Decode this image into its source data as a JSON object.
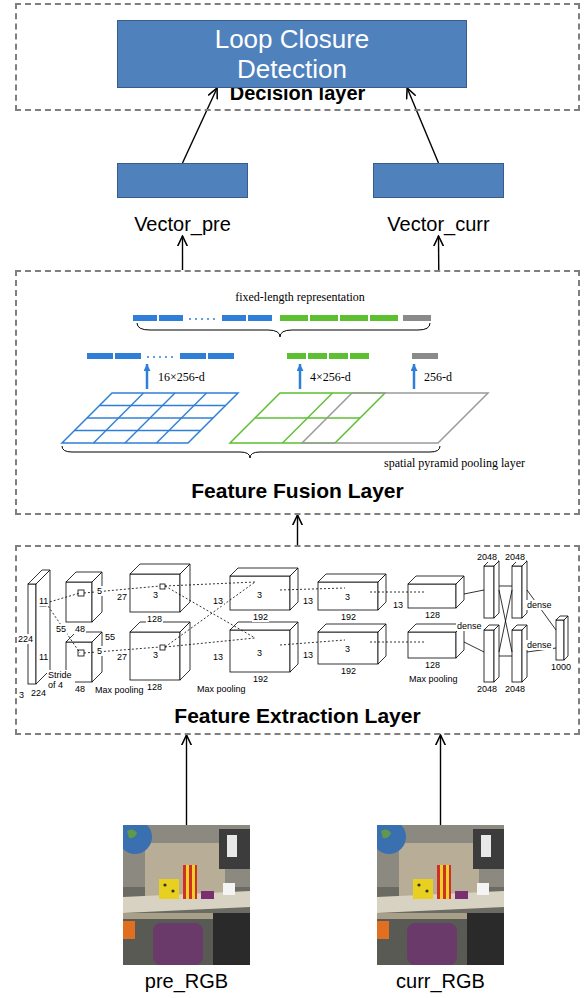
{
  "diagram": {
    "nodes": [
      {
        "text": [
          "Decision layer"
        ]
      },
      {
        "text": [
          "Loop Closure Detection"
        ],
        "in": 0
      },
      {
        "text": [
          "Vector_pre"
        ]
      },
      {
        "text": [
          "Vector_curr"
        ]
      },
      {
        "text": [
          "Feature Fusion Layer"
        ]
      },
      {
        "text": [
          "Feature Extraction Layer"
        ]
      },
      {
        "text": [
          "pre_RGB"
        ]
      },
      {
        "text": [
          "curr_RGB"
        ]
      }
    ],
    "edges": [
      {
        "from": 2,
        "to": 1,
        "arrow": "to"
      },
      {
        "from": 3,
        "to": 1,
        "arrow": "to"
      },
      {
        "from": 4,
        "to": 2,
        "arrow": "to"
      },
      {
        "from": 4,
        "to": 3,
        "arrow": "to"
      },
      {
        "from": 5,
        "to": 4,
        "arrow": "to"
      },
      {
        "from": 6,
        "to": 5,
        "arrow": "to"
      },
      {
        "from": 7,
        "to": 5,
        "arrow": "to"
      }
    ],
    "labels": [
      "fixed-length representation",
      "16×256-d",
      "4×256-d",
      "256-d",
      "spatial pyramid pooling layer",
      "11",
      "11",
      "224",
      "224",
      "3",
      "Stride of 4",
      "5",
      "5",
      "55",
      "55",
      "48",
      "48",
      "27",
      "27",
      "3",
      "3",
      "128",
      "128",
      "Max pooling",
      "Max pooling",
      "13",
      "13",
      "3",
      "3",
      "192",
      "192",
      "13",
      "13",
      "3",
      "3",
      "192",
      "192",
      "13",
      "128",
      "128",
      "Max pooling",
      "dense",
      "dense",
      "dense",
      "2048",
      "2048",
      "2048",
      "2048",
      "1000"
    ]
  }
}
